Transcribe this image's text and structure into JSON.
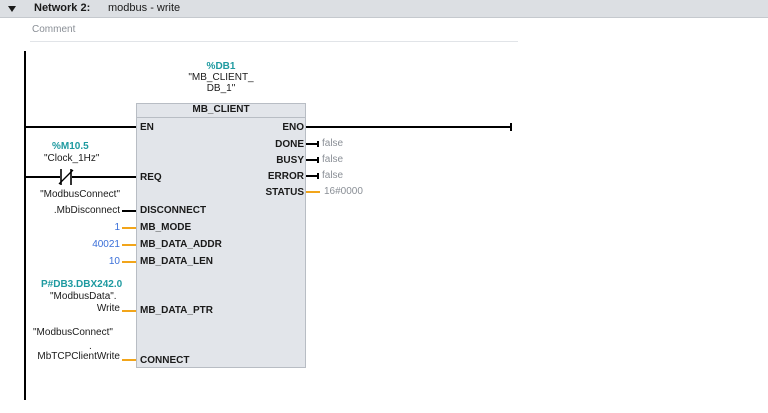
{
  "network": {
    "title": "Network 2:",
    "name": "modbus - write",
    "comment_placeholder": "Comment"
  },
  "instance_db": {
    "address": "%DB1",
    "name_line1": "\"MB_CLIENT_",
    "name_line2": "DB_1\""
  },
  "block": {
    "name": "MB_CLIENT",
    "inputs": {
      "en": "EN",
      "req": "REQ",
      "disconnect": "DISCONNECT",
      "mb_mode": "MB_MODE",
      "mb_data_addr": "MB_DATA_ADDR",
      "mb_data_len": "MB_DATA_LEN",
      "mb_data_ptr": "MB_DATA_PTR",
      "connect": "CONNECT"
    },
    "outputs": {
      "eno": "ENO",
      "done": "DONE",
      "busy": "BUSY",
      "error": "ERROR",
      "status": "STATUS"
    }
  },
  "operands": {
    "req_address": "%M10.5",
    "req_symbol": "\"Clock_1Hz\"",
    "disconnect_line1": "\"ModbusConnect\"",
    "disconnect_line2": ".MbDisconnect",
    "mb_mode": "1",
    "mb_data_addr": "40021",
    "mb_data_len": "10",
    "data_ptr_address": "P#DB3.DBX242.0",
    "data_ptr_line1": "\"ModbusData\".",
    "data_ptr_line2": "Write",
    "connect_line1": "\"ModbusConnect\"",
    "connect_line2": ".",
    "connect_line3": "MbTCPClientWrite"
  },
  "output_values": {
    "done": "false",
    "busy": "false",
    "error": "false",
    "status": "16#0000"
  },
  "colors": {
    "wire": "#000000",
    "value_wire": "#f2a51a",
    "constant": "#3a6fd8",
    "address": "#1e9aa0",
    "status_value": "#8a8f96",
    "block_fill": "#e2e5ea"
  }
}
